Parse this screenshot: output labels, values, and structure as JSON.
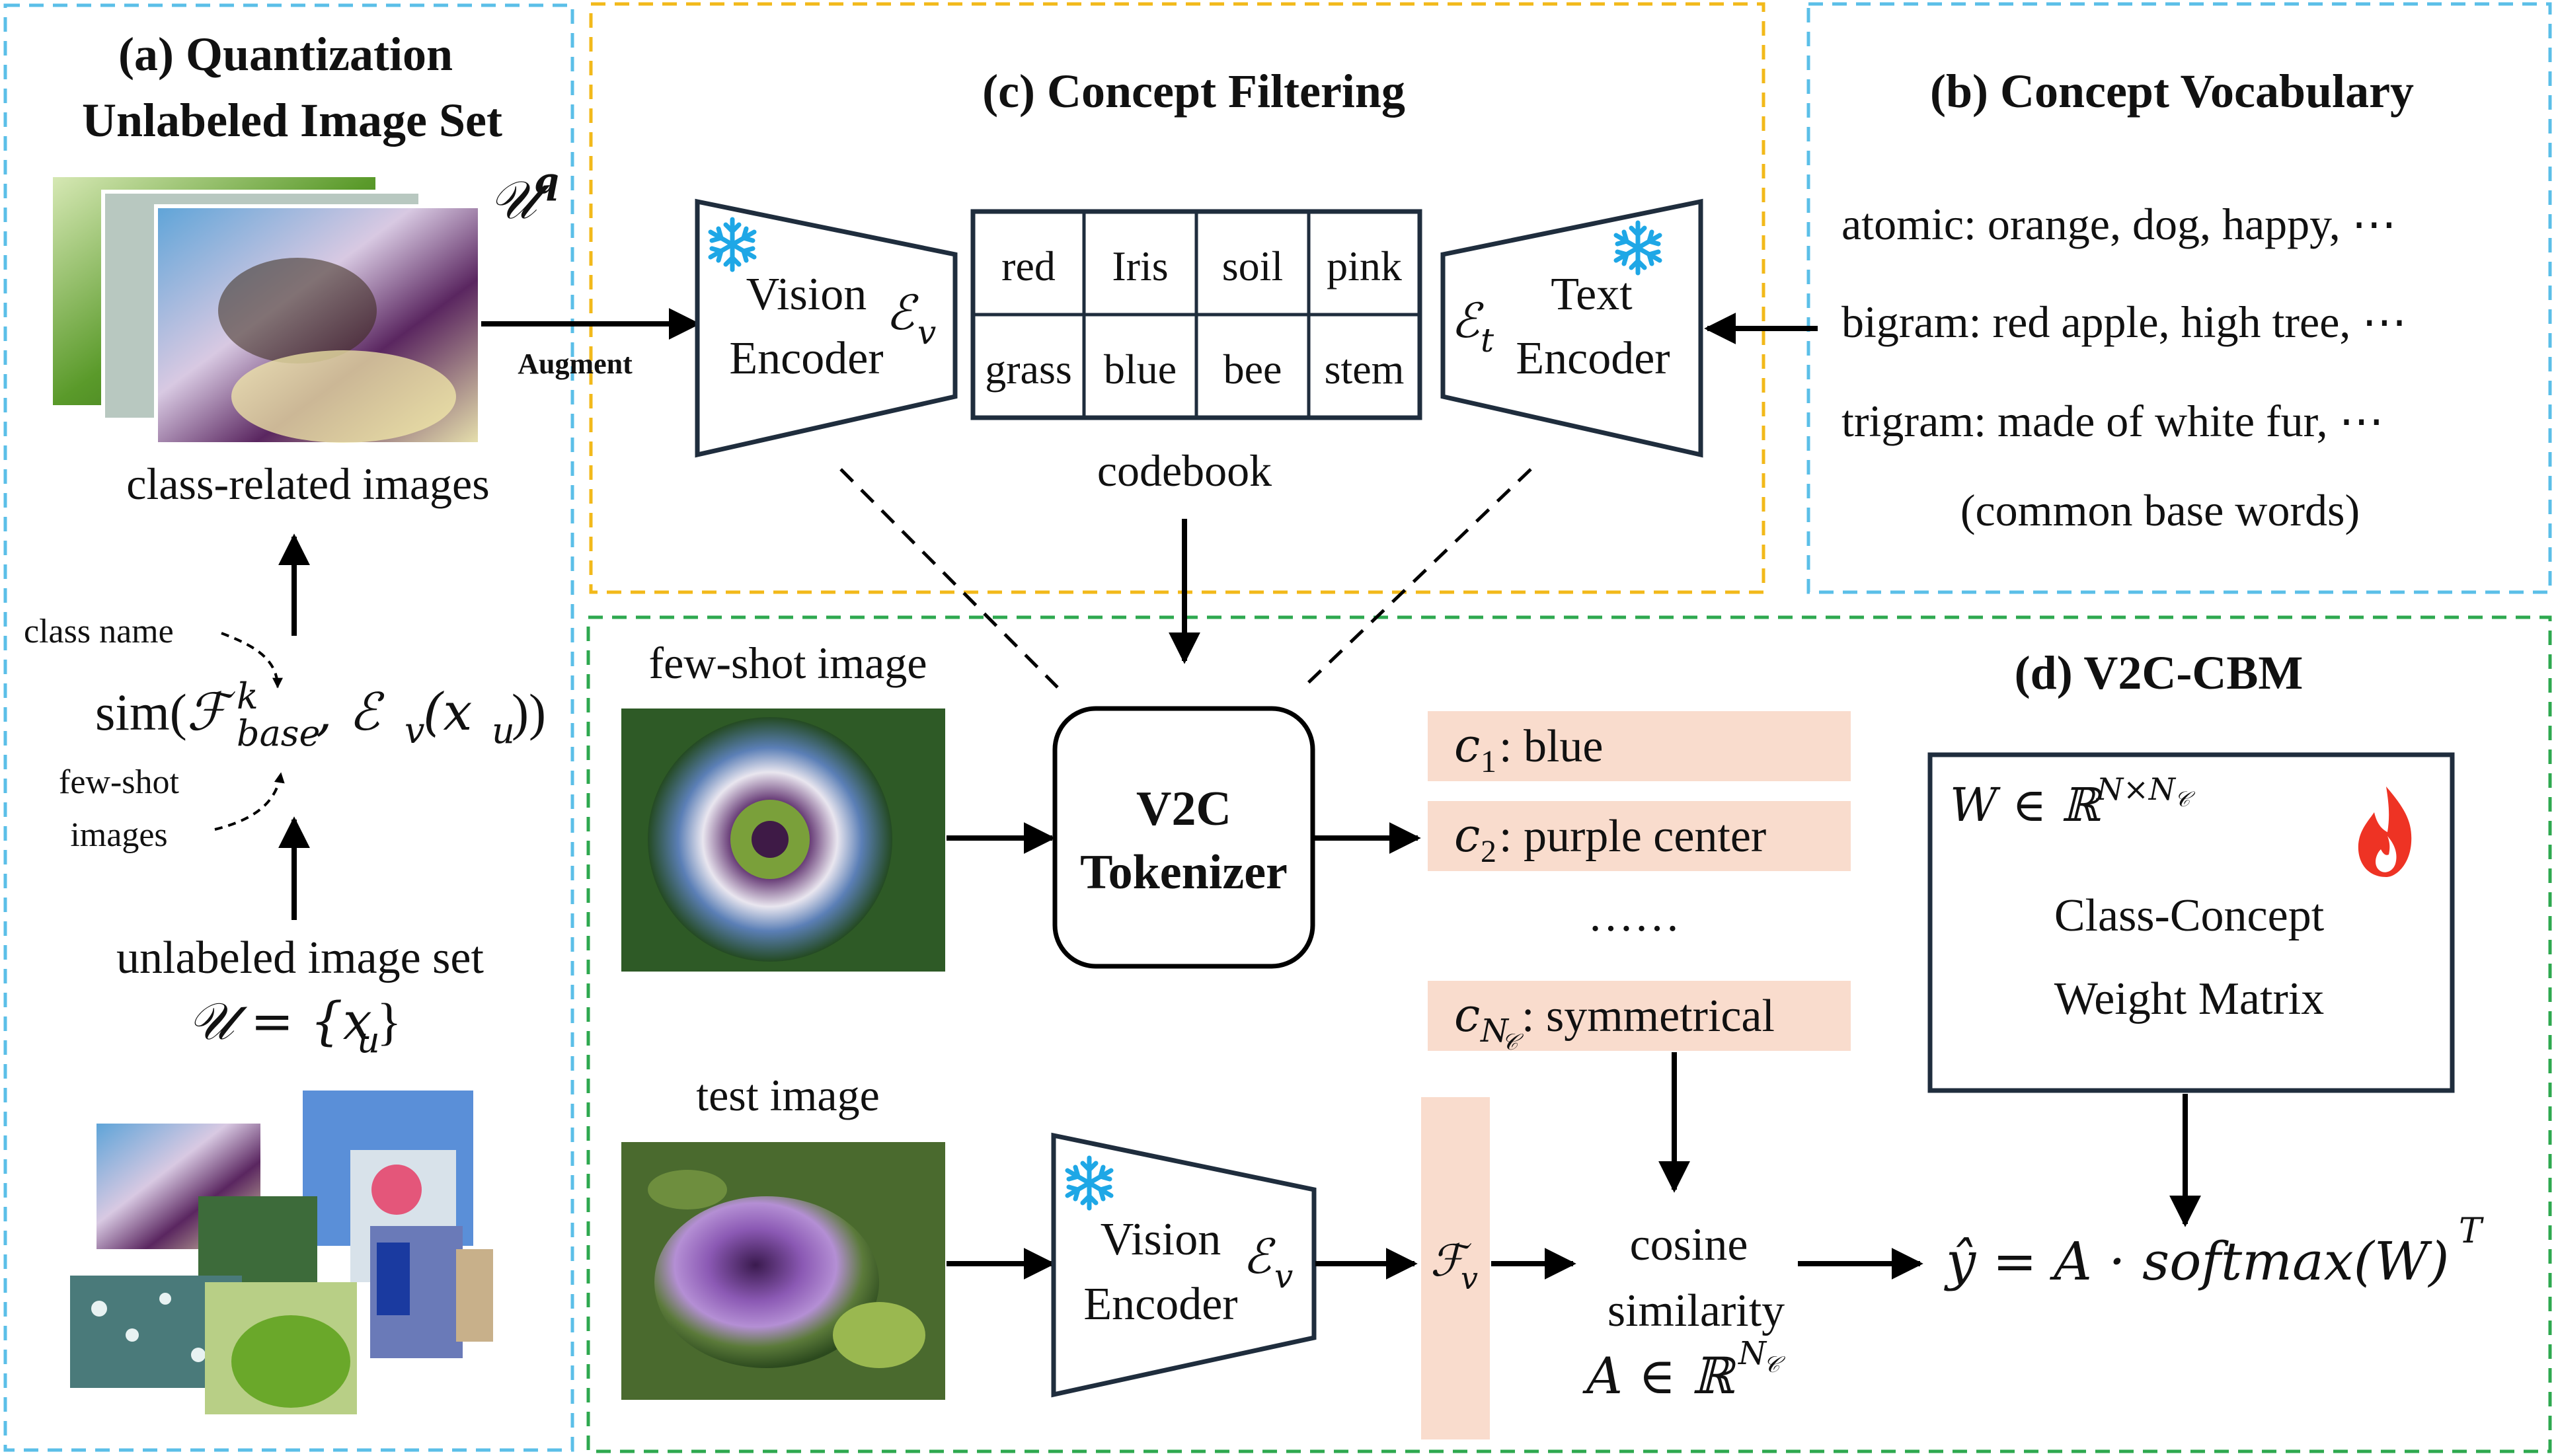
{
  "panel_a": {
    "title_line1": "(a) Quantization",
    "title_line2": "Unlabeled Image Set",
    "uq_symbol": "𝒰",
    "uq_sup": "q",
    "class_related_label": "class-related images",
    "class_name_label": "class name",
    "sim_prefix": "sim(",
    "sim_F": "ℱ",
    "sim_sup": "k",
    "sim_sub": "base",
    "sim_mid": ", ℰ",
    "sim_v": "v",
    "sim_x": "(x",
    "sim_u": "u",
    "sim_end": "))",
    "few_shot_line1": "few-shot",
    "few_shot_line2": "images",
    "unlabeled_label": "unlabeled image set",
    "U_eq": "𝒰 = {x",
    "U_sub": "u",
    "U_end": "}"
  },
  "augment_label": "Augment",
  "panel_c": {
    "title": "(c) Concept Filtering",
    "vision_encoder_line1": "Vision",
    "vision_encoder_line2": "Encoder",
    "Ev_symbol": "ℰ",
    "Ev_sub": "v",
    "codebook_cells": [
      "red",
      "Iris",
      "soil",
      "pink",
      "grass",
      "blue",
      "bee",
      "stem"
    ],
    "codebook_label": "codebook",
    "text_encoder_line1": "Text",
    "text_encoder_line2": "Encoder",
    "Et_symbol": "ℰ",
    "Et_sub": "t"
  },
  "panel_b": {
    "title": "(b) Concept Vocabulary",
    "lines": [
      "atomic: orange, dog, happy, ⋯",
      "bigram: red apple, high tree, ⋯",
      "trigram: made of white fur, ⋯",
      "(common base words)"
    ]
  },
  "panel_d": {
    "title": "(d) V2C-CBM",
    "few_shot_label": "few-shot image",
    "tokenizer_line1": "V2C",
    "tokenizer_line2": "Tokenizer",
    "concepts": [
      {
        "sym": "c",
        "sub": "1",
        "text": ": blue"
      },
      {
        "sym": "c",
        "sub": "2",
        "text": ": purple center"
      },
      {
        "sym": "c",
        "sub": "N",
        "subsub": "𝒞",
        "text": ": symmetrical"
      }
    ],
    "ellipsis": "……",
    "W_text": "W ∈ ℝ",
    "W_sup": "N×N",
    "W_supsub": "𝒞",
    "weight_line1": "Class-Concept",
    "weight_line2": "Weight Matrix",
    "test_label": "test image",
    "vision_encoder_line1": "Vision",
    "vision_encoder_line2": "Encoder",
    "Ev_symbol": "ℰ",
    "Ev_sub": "v",
    "Fv_symbol": "ℱ",
    "Fv_sub": "v",
    "cosine_line1": "cosine",
    "cosine_line2": "similarity",
    "A_text": "A ∈ ℝ",
    "A_sup": "N",
    "A_supsub": "𝒞",
    "yhat": "ŷ = A · softmax(W)",
    "yhat_sup": "T"
  },
  "icons": [
    "snowflake-icon",
    "flame-icon",
    "photo-thumbnails"
  ],
  "colors": {
    "panel_a_border": "#5bbfe8",
    "panel_b_border": "#5bbfe8",
    "panel_c_border": "#f2b91a",
    "panel_d_border": "#2ea84f",
    "concept_fill": "#f9dccd",
    "snowflake": "#1ea7e6",
    "flame": "#ee3324"
  }
}
